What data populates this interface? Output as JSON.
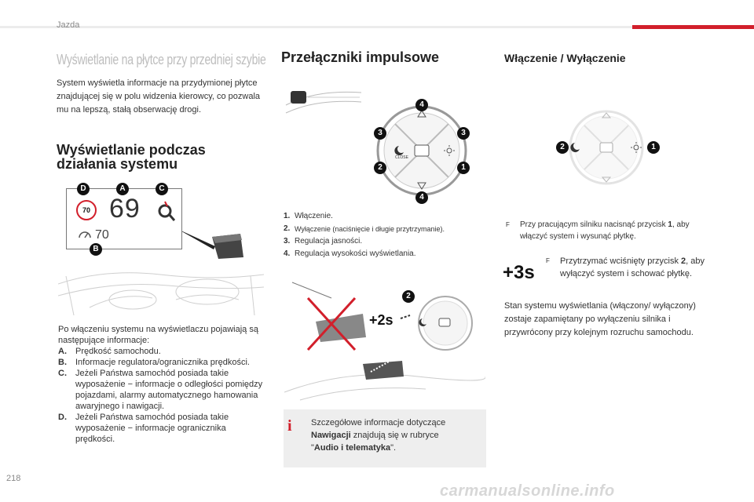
{
  "header": {
    "section": "Jazda"
  },
  "left": {
    "title": "Wyświetlanie na płytce przy przedniej szybie",
    "intro": "System wyświetla informacje na przydymionej płytce znajdującej się w polu widzenia kierowcy, co pozwala mu na lepszą, stałą obserwację drogi.",
    "subtitle_line1": "Wyświetlanie podczas",
    "subtitle_line2": "działania systemu",
    "display": {
      "limit": "70",
      "speed": "69",
      "cruise": "70",
      "label_a": "A",
      "label_b": "B",
      "label_c": "C",
      "label_d": "D"
    },
    "after_intro": "Po włączeniu systemu na wyświetlaczu pojawiają są następujące informacje:",
    "items": [
      {
        "key": "A.",
        "text": "Prędkość samochodu."
      },
      {
        "key": "B.",
        "text": "Informacje regulatora/ogranicznika prędkości."
      },
      {
        "key": "C.",
        "text": "Jeżeli Państwa samochód posiada takie wyposażenie − informacje o odległości pomiędzy pojazdami, alarmy automatycznego hamowania awaryjnego i nawigacji."
      },
      {
        "key": "D.",
        "text": "Jeżeli Państwa samochód posiada takie wyposażenie − informacje ogranicznika prędkości."
      }
    ]
  },
  "middle": {
    "title": "Przełączniki impulsowe",
    "dial": {
      "n1": "1",
      "n2": "2",
      "n3": "3",
      "n4": "4",
      "close": "CLOSE"
    },
    "items": [
      {
        "key": "1.",
        "text": "Włączenie."
      },
      {
        "key": "2.",
        "text": "Wyłączenie (naciśnięcie i długie przytrzymanie)."
      },
      {
        "key": "3.",
        "text": "Regulacja jasności."
      },
      {
        "key": "4.",
        "text": "Regulacja wysokości wyświetlania."
      }
    ],
    "hold_label": "+2s",
    "info_line1": "Szczegółowe informacje dotyczące",
    "info_bold1": "Nawigacji",
    "info_line2": " znajdują się w rubryce",
    "info_quote_open": "\"",
    "info_bold2": "Audio i telematyka",
    "info_quote_close": "\"."
  },
  "right": {
    "title": "Włączenie / Wyłączenie",
    "bullet1_pre": "Przy pracującym silniku nacisnąć przycisk ",
    "bullet1_bold": "1",
    "bullet1_post": ", aby włączyć system i wysunąć płytkę.",
    "hold_label": "+3s",
    "bullet2_pre": "Przytrzymać wciśnięty przycisk ",
    "bullet2_bold": "2",
    "bullet2_post": ", aby wyłączyć system i schować płytkę.",
    "closing": "Stan systemu wyświetlania (włączony/ wyłączony) zostaje zapamiętany po wyłączeniu silnika i przywrócony przy kolejnym rozruchu samochodu.",
    "bullet_glyph": "F"
  },
  "footer": {
    "page": "218",
    "watermark": "carmanualsonline.info"
  }
}
